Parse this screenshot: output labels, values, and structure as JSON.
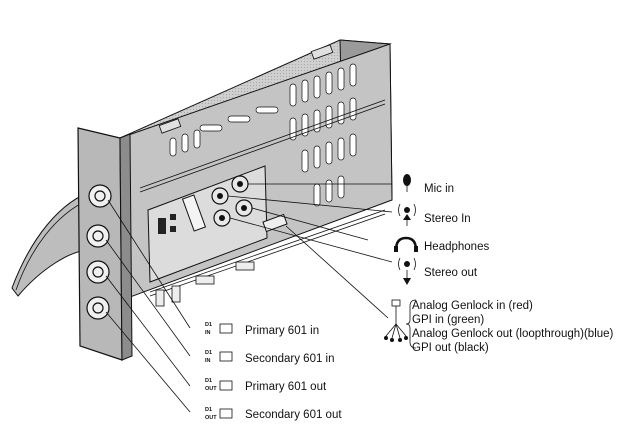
{
  "right_labels": {
    "mic_in": "Mic in",
    "stereo_in": "Stereo In",
    "headphones": "Headphones",
    "stereo_out": "Stereo out"
  },
  "genlock_labels": [
    "Analog Genlock in (red)",
    "GPI in (green)",
    "Analog Genlock out (loopthrough)(blue)",
    "GPI out (black)"
  ],
  "bottom_labels": [
    {
      "tag1": "D1",
      "tag2": "IN",
      "label": "Primary 601 in"
    },
    {
      "tag1": "D1",
      "tag2": "IN",
      "label": "Secondary 601 in"
    },
    {
      "tag1": "D1",
      "tag2": "OUT",
      "label": "Primary 601 out"
    },
    {
      "tag1": "D1",
      "tag2": "OUT",
      "label": "Secondary 601 out"
    }
  ],
  "icons": [
    "microphone-icon",
    "speaker-wave-icon",
    "headphones-icon",
    "genlock-breakout-icon",
    "connector-icon"
  ]
}
